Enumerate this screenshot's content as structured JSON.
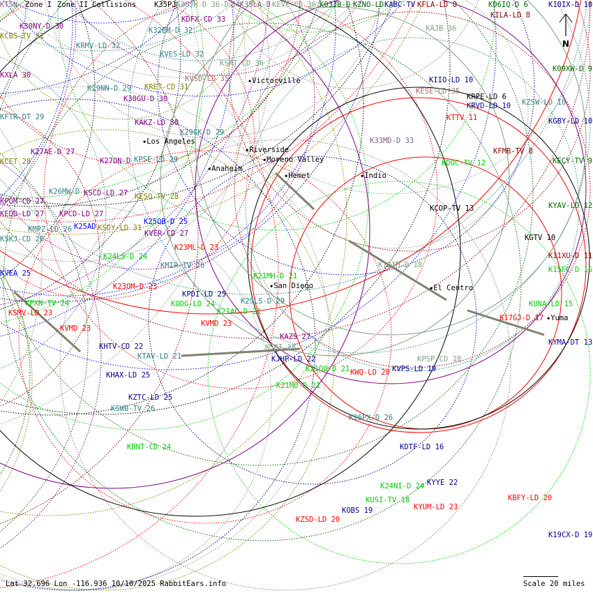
{
  "header": {
    "zone1": "Zone I",
    "zone2": "Zone II",
    "collisions": "Collisions"
  },
  "colors": {
    "red": "#ff0000",
    "darkred": "#8b0000",
    "green": "#00cc00",
    "darkgreen": "#006400",
    "navy": "#00008b",
    "blue": "#0000ff",
    "teal": "#2f7f7f",
    "purple": "#800080",
    "olive": "#808000",
    "graygreen": "#7f9f7f",
    "rosy": "#a07070",
    "black": "#000000",
    "purplegray": "#806080"
  },
  "labels": [
    {
      "text": "KTSN-",
      "color": "purplegray"
    },
    {
      "text": "K35PJ",
      "color": "black"
    },
    {
      "text": "K36JH-D 36-D",
      "color": "graygreen"
    },
    {
      "text": "34K35LA-D",
      "color": "purplegray"
    },
    {
      "text": "KEVC-CD 36",
      "color": "graygreen"
    },
    {
      "text": "K03JB-D",
      "color": "darkgreen"
    },
    {
      "text": "KZNO-LD",
      "color": "darkgreen"
    },
    {
      "text": "KABC-TV",
      "color": "navy"
    },
    {
      "text": "KFLA-LD 8",
      "color": "darkred"
    },
    {
      "text": "K06IQ-D 6",
      "color": "darkgreen"
    },
    {
      "text": "K10IX-D 10",
      "color": "navy"
    },
    {
      "text": "K30NY-D 30",
      "color": "purple"
    },
    {
      "text": "KDFX-CD 33",
      "color": "purple"
    },
    {
      "text": "K32EM-D 32",
      "color": "teal"
    },
    {
      "text": "KAJB 36",
      "color": "graygreen"
    },
    {
      "text": "KILA-LD 8",
      "color": "darkred"
    },
    {
      "text": "KCBS-TV 31",
      "color": "olive"
    },
    {
      "text": "KRMV-LD 32",
      "color": "teal"
    },
    {
      "text": "KVES-LD 32",
      "color": "teal"
    },
    {
      "text": "KSKT-CD 36",
      "color": "graygreen"
    },
    {
      "text": "KXLA 30",
      "color": "purple"
    },
    {
      "text": "KVSD-LD 35",
      "color": "rosy"
    },
    {
      "text": "KRET-CD 31",
      "color": "olive"
    },
    {
      "text": "K29NN-D 29",
      "color": "teal"
    },
    {
      "text": "KIIO-LD 10",
      "color": "navy"
    },
    {
      "text": "KESE-LD 35",
      "color": "rosy"
    },
    {
      "text": "K09XW-D 9",
      "color": "darkgreen"
    },
    {
      "text": "KRPE-LD 6",
      "color": "black"
    },
    {
      "text": "KRVD-LD 10",
      "color": "navy"
    },
    {
      "text": "KZSW-LD 10",
      "color": "teal"
    },
    {
      "text": "K30GU-D 30",
      "color": "purple"
    },
    {
      "text": "KFTR-DT 29",
      "color": "teal"
    },
    {
      "text": "KTTV 11",
      "color": "red"
    },
    {
      "text": "KGBY-LD 10",
      "color": "navy"
    },
    {
      "text": "KAKZ-LD 30",
      "color": "purple"
    },
    {
      "text": "K29GK-D 29",
      "color": "teal"
    },
    {
      "text": "K33MD-D 33",
      "color": "purplegray"
    },
    {
      "text": "KFMB-TV 8",
      "color": "darkred"
    },
    {
      "text": "K27AE-D 27",
      "color": "purple"
    },
    {
      "text": "KCET 28",
      "color": "olive"
    },
    {
      "text": "K27ON-D",
      "color": "purple"
    },
    {
      "text": "KPSE-LD 29",
      "color": "teal"
    },
    {
      "text": "KDOC-TV 12",
      "color": "green"
    },
    {
      "text": "KECY-TV 9",
      "color": "darkgreen"
    },
    {
      "text": "K26MW-D",
      "color": "teal"
    },
    {
      "text": "KSCD-LD 27",
      "color": "purple"
    },
    {
      "text": "KESQ-TV 28",
      "color": "olive"
    },
    {
      "text": "KPOM-CD 27",
      "color": "purple"
    },
    {
      "text": "KEDD-LD 27",
      "color": "purple"
    },
    {
      "text": "KPCD-LD 27",
      "color": "purple"
    },
    {
      "text": "KCOP-TV 13",
      "color": "black"
    },
    {
      "text": "KYAV-LD 12",
      "color": "darkgreen"
    },
    {
      "text": "K25AD",
      "color": "blue"
    },
    {
      "text": "KSDY-LD 31",
      "color": "olive"
    },
    {
      "text": "K25OB-D 25",
      "color": "blue"
    },
    {
      "text": "KVER-CD 27",
      "color": "purple"
    },
    {
      "text": "KMPZ-LD 26",
      "color": "teal"
    },
    {
      "text": "KSKJ-CD 26",
      "color": "teal"
    },
    {
      "text": "KGTV 10",
      "color": "black"
    },
    {
      "text": "K23ML-D 23",
      "color": "red"
    },
    {
      "text": "K11XU-D 11",
      "color": "darkred"
    },
    {
      "text": "K24LS-D 24",
      "color": "green"
    },
    {
      "text": "KMIR-TV 26",
      "color": "teal"
    },
    {
      "text": "K18IM-D 18",
      "color": "graygreen"
    },
    {
      "text": "K15FC-D 15",
      "color": "green"
    },
    {
      "text": "KVEA 25",
      "color": "blue"
    },
    {
      "text": "K21MH-D 21",
      "color": "green"
    },
    {
      "text": "K23OM-D 23",
      "color": "red"
    },
    {
      "text": "KPDI-LD 25",
      "color": "navy"
    },
    {
      "text": "KODG-LD 24",
      "color": "green"
    },
    {
      "text": "K29LS-D 29",
      "color": "teal"
    },
    {
      "text": "KPXN-TV 24",
      "color": "green"
    },
    {
      "text": "KUNA-LD 15",
      "color": "green"
    },
    {
      "text": "K21AC-D 21",
      "color": "green"
    },
    {
      "text": "KSMV-LD 23",
      "color": "red"
    },
    {
      "text": "K17GJ-D 17",
      "color": "red"
    },
    {
      "text": "KVMD 23",
      "color": "red"
    },
    {
      "text": "KVMD 23",
      "color": "red"
    },
    {
      "text": "KAZS 27",
      "color": "purple"
    },
    {
      "text": "KSCI 18",
      "color": "graygreen"
    },
    {
      "text": "KHTV-CD 22",
      "color": "navy"
    },
    {
      "text": "KYMA-DT 13",
      "color": "navy"
    },
    {
      "text": "KTAV-LD 21",
      "color": "teal"
    },
    {
      "text": "KJHP-LD 22",
      "color": "navy"
    },
    {
      "text": "KPSP-CD 18",
      "color": "graygreen"
    },
    {
      "text": "K21OO-D 21",
      "color": "green"
    },
    {
      "text": "KWQ-LD 20",
      "color": "red"
    },
    {
      "text": "KVPS-LD 19",
      "color": "navy"
    },
    {
      "text": "KHAX-LD 25",
      "color": "navy"
    },
    {
      "text": "K21MO-D 21",
      "color": "green"
    },
    {
      "text": "KZTC-LD 25",
      "color": "navy"
    },
    {
      "text": "KSWB-TV 26",
      "color": "teal"
    },
    {
      "text": "K26PX-D 26",
      "color": "teal"
    },
    {
      "text": "KBNT-CD 24",
      "color": "green"
    },
    {
      "text": "KDTF-LD 16",
      "color": "navy"
    },
    {
      "text": "K24NI-D 24",
      "color": "green"
    },
    {
      "text": "KYYE 22",
      "color": "navy"
    },
    {
      "text": "KBFY-LD 20",
      "color": "red"
    },
    {
      "text": "KUSI-TV 18",
      "color": "green"
    },
    {
      "text": "KYUM-LD 23",
      "color": "red"
    },
    {
      "text": "KOBS 19",
      "color": "navy"
    },
    {
      "text": "KZSD-LD 20",
      "color": "red"
    },
    {
      "text": "K19CX-D 19",
      "color": "navy"
    }
  ],
  "cities": [
    "Victorville",
    "Los Angeles",
    "Riverside",
    "Moreno Valley",
    "Anaheim",
    "Hemet",
    "Indio",
    "San Diego",
    "El Centro",
    "Yuma"
  ],
  "north_label": "N",
  "footer": {
    "status": "Lat 32.696 Lon -116.936 10/10/2025 RabbitEars.info",
    "scale": "Scale 20 miles"
  }
}
